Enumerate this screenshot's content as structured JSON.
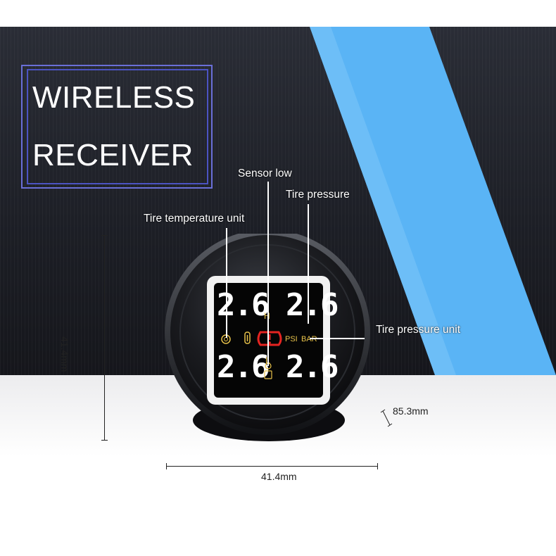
{
  "title": {
    "line1": "WIRELESS",
    "line2": "RECEIVER"
  },
  "callouts": {
    "sensor_low": "Sensor low",
    "tire_pressure": "Tire pressure",
    "tire_temperature_unit": "Tire temperature unit",
    "tire_pressure_unit": "Tire pressure unit"
  },
  "display": {
    "top_reading": "2.6 2.6",
    "bottom_reading": "2.6 2.6",
    "high_indicator": "H",
    "low_indicator": "L",
    "unit_psi": "PSI",
    "unit_bar": "BAR"
  },
  "dimensions": {
    "height_label": "41.4mm",
    "width_label": "41.4mm",
    "depth_label": "85.3mm"
  },
  "colors": {
    "background_dark": "#1c1e25",
    "accent_blue": "#5ab4f5",
    "frame_purple": "#6a6fd8",
    "digit_white": "#ffffff",
    "warning_red": "#e52421",
    "icon_yellow": "#e8c24a"
  }
}
